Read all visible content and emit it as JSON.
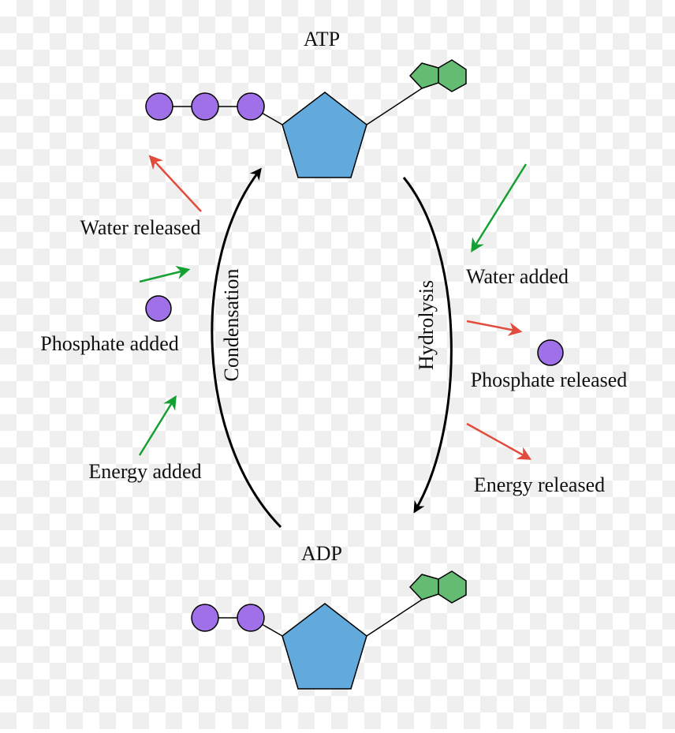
{
  "diagram": {
    "top_label": "ATP",
    "bottom_label": "ADP",
    "left_process": "Condensation",
    "right_process": "Hydrolysis",
    "left_annotations": [
      "Water released",
      "Phosphate added",
      "Energy added"
    ],
    "right_annotations": [
      "Water added",
      "Phosphate released",
      "Energy released"
    ],
    "colors": {
      "phosphate": "#a070e8",
      "ribose": "#62aadc",
      "adenine": "#64bb72",
      "added_arrow": "#16a034",
      "released_arrow": "#e24c3c",
      "cycle_arrow": "#000000"
    }
  }
}
